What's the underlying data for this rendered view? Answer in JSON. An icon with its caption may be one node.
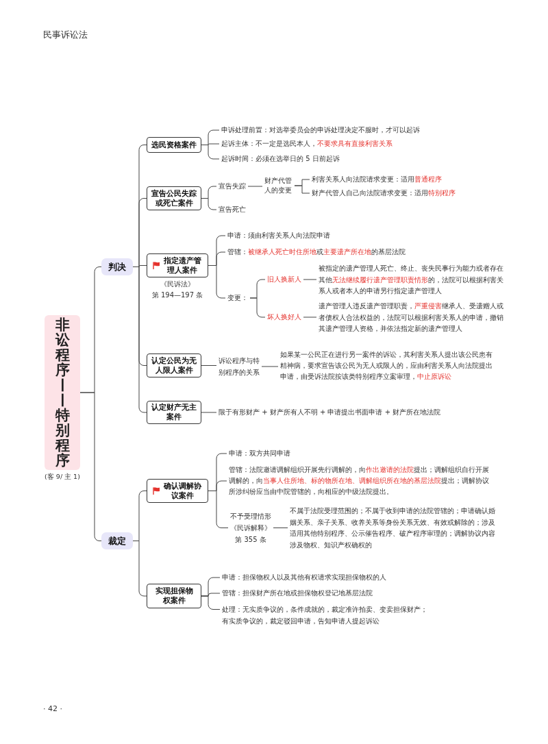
{
  "diagram": {
    "nodes": [
      {
        "text": [
          "非讼程序——特别程序"
        ],
        "beside": [
          "(客 9/ 主 1)"
        ]
      },
      {
        "text": [
          "判决"
        ]
      },
      {
        "text": [
          "选民资格案件"
        ]
      },
      {
        "text": [
          "申诉处理前置：对选举委员会的申诉处理决定不服时，才可以起诉"
        ]
      },
      {
        "text": [
          "起诉主体：不一定是选民本人，**不要求具有直接利害关系**"
        ]
      },
      {
        "text": [
          "起诉时间：必须在选举日的 5 日前起诉"
        ]
      },
      {
        "text": [
          "宣告公民失踪或死亡案件"
        ]
      },
      {
        "text": [
          "宣告失踪"
        ]
      },
      {
        "text": [
          "财产代管人的变更"
        ]
      },
      {
        "text": [
          "利害关系人向法院请求变更：适用**普通程序**"
        ]
      },
      {
        "text": [
          "财产代管人自己向法院请求变更：适用**特别程序**"
        ]
      },
      {
        "text": [
          "宣告死亡"
        ]
      },
      {
        "text": [
          "指定遗产管理人案件"
        ],
        "beside": [
          "《民诉法》",
          "第 194—197 条"
        ]
      },
      {
        "text": [
          "申请：须由利害关系人向法院申请"
        ]
      },
      {
        "text": [
          "管辖：**被继承人死亡时住所地**或**主要遗产所在地**的基层法院"
        ]
      },
      {
        "text": [
          "变更："
        ]
      },
      {
        "text": [
          "旧人换新人"
        ]
      },
      {
        "text": [
          "被指定的遗产管理人死亡、终止、丧失民事行为能力或者存在其他**无法继续履行遗产管理职责情形**的，法院可以根据利害关系人或者本人的申请另行指定遗产管理人"
        ]
      },
      {
        "text": [
          "坏人换好人"
        ]
      },
      {
        "text": [
          "遗产管理人违反遗产管理职责，**严重侵害**继承人、受遗赠人或者债权人合法权益的，法院可以根据利害关系人的申请，撤销其遗产管理人资格，并依法指定新的遗产管理人"
        ]
      },
      {
        "text": [
          "认定公民为无人限人案件"
        ]
      },
      {
        "text": [
          "诉讼程序与特别程序的关系"
        ]
      },
      {
        "text": [
          "如果某一公民正在进行另一案件的诉讼，其利害关系人提出该公民患有精神病，要求宣告该公民为无人或限人的，应由利害关系人向法院提出申请，由受诉法院按该类特别程序立案审理，**中止原诉讼**"
        ]
      },
      {
        "text": [
          "认定财产无主案件"
        ]
      },
      {
        "text": [
          "限于有形财产 + 财产所有人不明 + 申请提出书面申请 + 财产所在地法院"
        ]
      },
      {
        "text": [
          "裁定"
        ]
      },
      {
        "text": [
          "确认调解协议案件"
        ]
      },
      {
        "text": [
          "申请：双方共同申请"
        ]
      },
      {
        "text": [
          "管辖：法院邀请调解组织开展先行调解的，向**作出邀请的法院**提出；调解组织自行开展调解的，向**当事人住所地、标的物所在地、调解组织所在地的基层法院**提出；调解协议所涉纠纷应当由中院管辖的，向相应的中级法院提出。"
        ]
      },
      {
        "text": [
          "不予受理情形",
          "《民诉解释》",
          "第 355 条"
        ]
      },
      {
        "text": [
          "不属于法院受理范围的；不属于收到申请的法院管辖的；申请确认婚姻关系、亲子关系、收养关系等身份关系无效、有效或解除的；涉及适用其他特别程序、公示催告程序、破产程序审理的；调解协议内容涉及物权、知识产权确权的"
        ]
      },
      {
        "text": [
          "实现担保物权案件"
        ]
      },
      {
        "text": [
          "申请：担保物权人以及其他有权请求实现担保物权的人"
        ]
      },
      {
        "text": [
          "管辖：担保财产所在地或担保物权登记地基层法院"
        ]
      },
      {
        "text": [
          "处理：无实质争议的，条件成就的，裁定准许拍卖、变卖担保财产；有实质争议的，裁定驳回申请，告知申请人提起诉讼"
        ]
      }
    ],
    "edges": [
      {
        "from": 0,
        "to": 1,
        "arrow": "none"
      },
      {
        "from": 0,
        "to": 25,
        "arrow": "none"
      },
      {
        "from": 1,
        "to": 2,
        "arrow": "none"
      },
      {
        "from": 1,
        "to": 6,
        "arrow": "none"
      },
      {
        "from": 1,
        "to": 12,
        "arrow": "none"
      },
      {
        "from": 1,
        "to": 20,
        "arrow": "none"
      },
      {
        "from": 1,
        "to": 23,
        "arrow": "none"
      },
      {
        "from": 2,
        "to": 3,
        "arrow": "none"
      },
      {
        "from": 2,
        "to": 4,
        "arrow": "none"
      },
      {
        "from": 2,
        "to": 5,
        "arrow": "none"
      },
      {
        "from": 6,
        "to": 7,
        "arrow": "none"
      },
      {
        "from": 6,
        "to": 11,
        "arrow": "none"
      },
      {
        "from": 7,
        "to": 8,
        "arrow": "none"
      },
      {
        "from": 8,
        "to": 9,
        "arrow": "none"
      },
      {
        "from": 8,
        "to": 10,
        "arrow": "none"
      },
      {
        "from": 12,
        "to": 13,
        "arrow": "none"
      },
      {
        "from": 12,
        "to": 14,
        "arrow": "none"
      },
      {
        "from": 12,
        "to": 15,
        "arrow": "none"
      },
      {
        "from": 15,
        "to": 16,
        "arrow": "none"
      },
      {
        "from": 15,
        "to": 18,
        "arrow": "none"
      },
      {
        "from": 16,
        "to": 17,
        "arrow": "none"
      },
      {
        "from": 18,
        "to": 19,
        "arrow": "none"
      },
      {
        "from": 20,
        "to": 21,
        "arrow": "none"
      },
      {
        "from": 21,
        "to": 22,
        "arrow": "none"
      },
      {
        "from": 23,
        "to": 24,
        "arrow": "none"
      },
      {
        "from": 25,
        "to": 26,
        "arrow": "none"
      },
      {
        "from": 25,
        "to": 31,
        "arrow": "none"
      },
      {
        "from": 26,
        "to": 27,
        "arrow": "none"
      },
      {
        "from": 26,
        "to": 28,
        "arrow": "none"
      },
      {
        "from": 26,
        "to": 29,
        "arrow": "none"
      },
      {
        "from": 29,
        "to": 30,
        "arrow": "none"
      },
      {
        "from": 31,
        "to": 32,
        "arrow": "none"
      },
      {
        "from": 31,
        "to": 33,
        "arrow": "none"
      },
      {
        "from": 31,
        "to": 34,
        "arrow": "none"
      }
    ],
    "labels": [
      "民事诉讼法",
      "· 42 ·"
    ]
  }
}
